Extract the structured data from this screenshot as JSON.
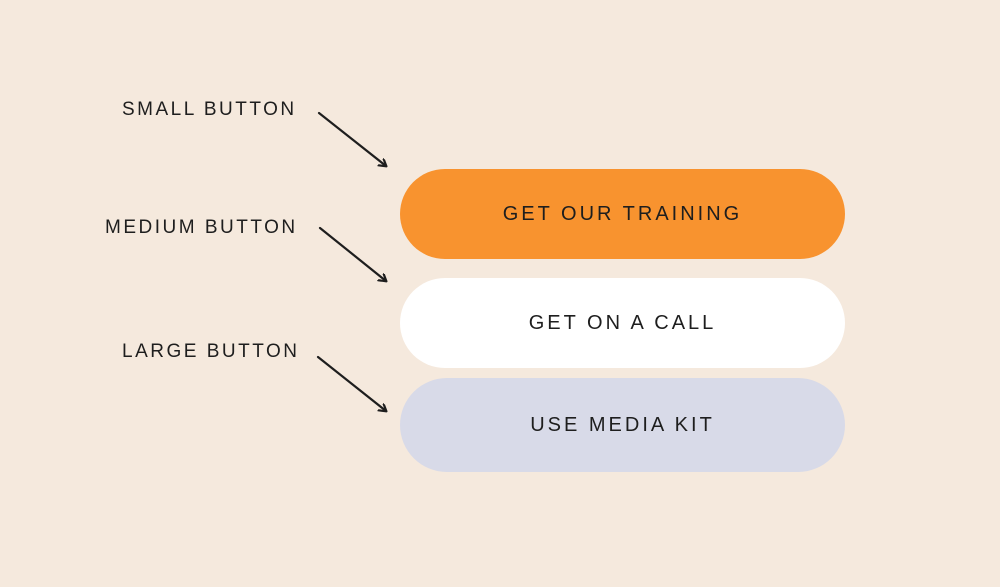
{
  "canvas": {
    "background": "#F5E9DD",
    "text_color": "#1E1E1E",
    "arrow_color": "#1E1E1E"
  },
  "annotations": [
    {
      "label": "SMALL BUTTON",
      "points_to": "GET OUR TRAINING"
    },
    {
      "label": "MEDIUM BUTTON",
      "points_to": "GET ON A CALL"
    },
    {
      "label": "LARGE BUTTON",
      "points_to": "USE MEDIA KIT"
    }
  ],
  "buttons": [
    {
      "label": "GET OUR TRAINING",
      "color": "#F8932F",
      "text_color": "#1E1E1E"
    },
    {
      "label": "GET ON A CALL",
      "color": "#FFFFFF",
      "text_color": "#1E1E1E"
    },
    {
      "label": "USE MEDIA KIT",
      "color": "#D8DAE8",
      "text_color": "#1E1E1E"
    }
  ]
}
